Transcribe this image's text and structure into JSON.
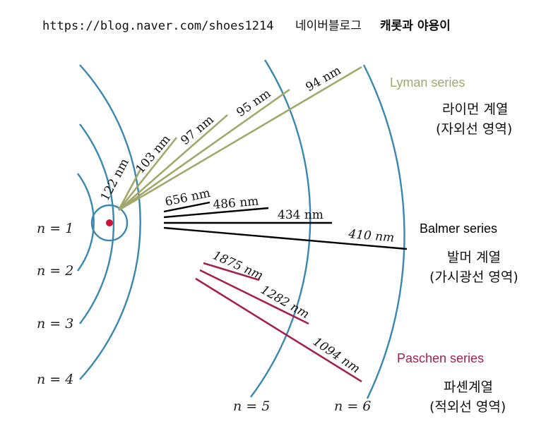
{
  "header": {
    "url": "https://blog.naver.com/shoes1214",
    "blog": "네이버블로그",
    "author": "캐롯과 야용이"
  },
  "colors": {
    "orbit": "#3a87b0",
    "nucleus": "#d0103a",
    "lyman": "#a2a86c",
    "balmer": "#000000",
    "paschen": "#a32249"
  },
  "levels": [
    "n = 1",
    "n = 2",
    "n = 3",
    "n = 4",
    "n = 5",
    "n = 6"
  ],
  "series": {
    "lyman": {
      "name": "Lyman series",
      "name_ko": "라이먼 계열",
      "region_ko": "(자외선 영역)",
      "lines": [
        "122 nm",
        "103 nm",
        "97 nm",
        "95 nm",
        "94 nm"
      ]
    },
    "balmer": {
      "name": "Balmer series",
      "name_ko": "발머 계열",
      "region_ko": "(가시광선 영역)",
      "lines": [
        "656 nm",
        "486 nm",
        "434 nm",
        "410 nm"
      ]
    },
    "paschen": {
      "name": "Paschen series",
      "name_ko": "파셴계열",
      "region_ko": "(적외선 영역)",
      "lines": [
        "1875 nm",
        "1282 nm",
        "1094 nm"
      ]
    }
  }
}
